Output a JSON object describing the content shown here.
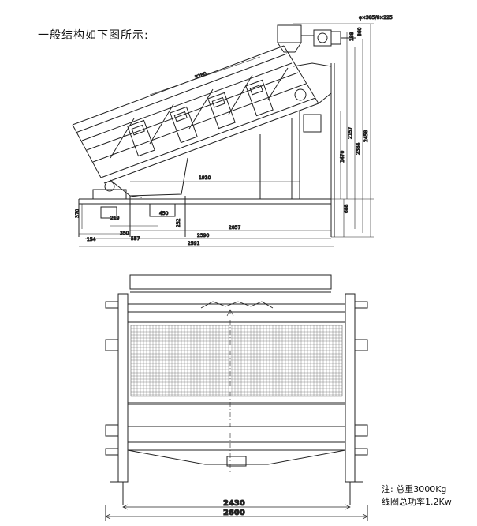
{
  "heading": "一般结构如下图所示:",
  "side_view": {
    "top_spec": "φ×385/6×225",
    "dims": {
      "d3280": "3280",
      "d1910": "1910",
      "d2057": "2057",
      "d2390": "2390",
      "d2591": "2591",
      "d154": "154",
      "d350": "350",
      "d557": "557",
      "d450": "450",
      "d232": "232",
      "d219": "219",
      "d2157": "2157",
      "d2384": "2384",
      "d2458": "2458",
      "d1470": "1470",
      "d688": "688",
      "d370": "370",
      "d188": "188",
      "d360": "360"
    }
  },
  "front_view": {
    "width_inner": "2430",
    "width_outer": "2600"
  },
  "note": {
    "line1": "注: 总重3000Kg",
    "line2": "线圈总功率1.2Kw"
  }
}
